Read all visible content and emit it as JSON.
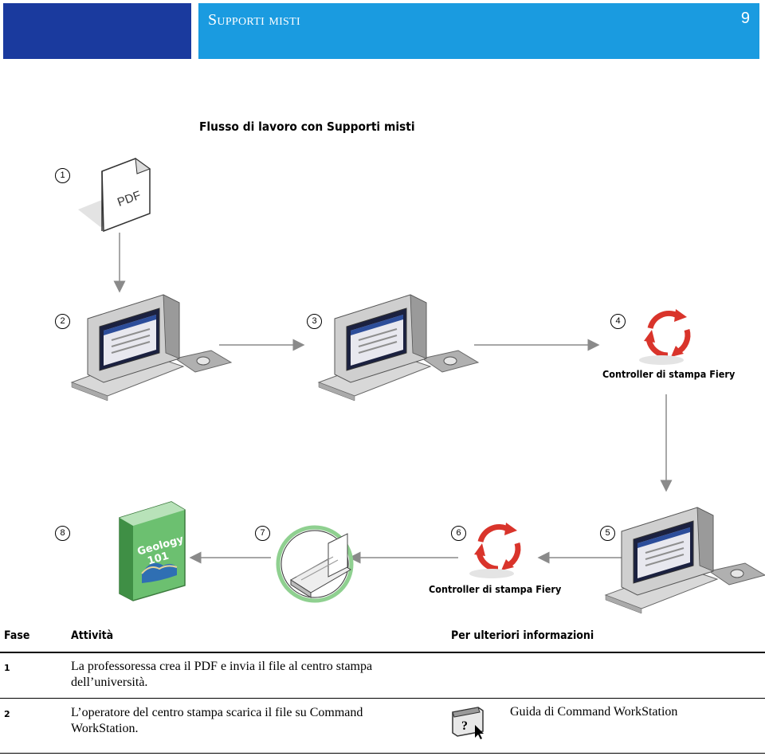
{
  "header": {
    "title": "Supporti misti",
    "page_number": "9"
  },
  "workflow": {
    "title": "Flusso di lavoro con Supporti misti",
    "pdf_label": "PDF",
    "book_title_line1": "Geology",
    "book_title_line2": "101",
    "steps": [
      "1",
      "2",
      "3",
      "4",
      "5",
      "6",
      "7",
      "8"
    ],
    "fiery_caption_top": "Controller di stampa Fiery",
    "fiery_caption_bottom": "Controller di stampa Fiery"
  },
  "table": {
    "headers": {
      "phase": "Fase",
      "activity": "Attività",
      "more_info": "Per ulteriori informazioni"
    },
    "rows": [
      {
        "phase": "1",
        "activity": "La professoressa crea il PDF e invia il file al centro stampa dell’università.",
        "more_info": ""
      },
      {
        "phase": "2",
        "activity": "L’operatore del centro stampa scarica il file su Command WorkStation.",
        "more_info": "Guida di Command WorkStation"
      }
    ]
  },
  "icons": {
    "help": "help-icon"
  },
  "colors": {
    "header_dark": "#1a3a9e",
    "header_light": "#1a9be0",
    "cycle_red": "#d9342b",
    "book_green": "#6cc070"
  }
}
